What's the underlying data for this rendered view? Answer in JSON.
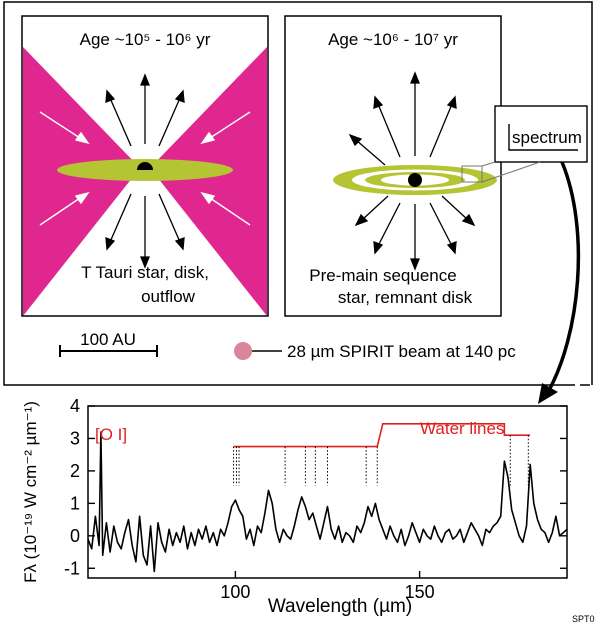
{
  "left_panel": {
    "age_label": "Age ~10⁵ - 10⁶ yr",
    "caption_line1": "T Tauri star, disk,",
    "caption_line2": "outflow"
  },
  "right_panel": {
    "age_label": "Age ~10⁶ - 10⁷ yr",
    "caption_line1": "Pre-main sequence",
    "caption_line2": "star, remnant disk",
    "spectrum_label": "spectrum"
  },
  "scale_bar": {
    "label": "100 AU"
  },
  "beam": {
    "label": "28 µm SPIRIT beam at 140 pc"
  },
  "colors": {
    "outflow_magenta": "#e0268f",
    "disk_green": "#b5c433",
    "beam_pink": "#d9869d",
    "annotation_red": "#e02020"
  },
  "chart_data": {
    "type": "line",
    "xlabel": "Wavelength (µm)",
    "ylabel": "Fλ (10⁻¹⁹ W cm⁻² µm⁻¹)",
    "xlim": [
      60,
      190
    ],
    "ylim": [
      -1.3,
      4
    ],
    "xticks": [
      100,
      150
    ],
    "yticks": [
      -1,
      0,
      1,
      2,
      3,
      4
    ],
    "annotations": {
      "oi": "[O I]",
      "water": "Water lines",
      "figure_id": "SPT0"
    },
    "water_line_positions": [
      99.5,
      100.3,
      101.0,
      113.5,
      119.0,
      121.7,
      125.0,
      135.5,
      138.5,
      174.6,
      179.5
    ],
    "spectrum": {
      "x": [
        60,
        61,
        62,
        63,
        63.5,
        64,
        65,
        66,
        67,
        68,
        69,
        70,
        71,
        72,
        73,
        74,
        75,
        76,
        77,
        78,
        79,
        80,
        81,
        82,
        83,
        84,
        85,
        86,
        87,
        88,
        89,
        90,
        91,
        92,
        93,
        94,
        95,
        96,
        97,
        98,
        99,
        100,
        101,
        102,
        103,
        104,
        105,
        106,
        107,
        108,
        109,
        110,
        111,
        112,
        113,
        114,
        115,
        116,
        117,
        118,
        119,
        120,
        121,
        122,
        123,
        124,
        125,
        126,
        127,
        128,
        129,
        130,
        131,
        132,
        133,
        134,
        135,
        136,
        137,
        138,
        139,
        140,
        141,
        142,
        143,
        144,
        145,
        146,
        147,
        148,
        149,
        150,
        151,
        152,
        153,
        154,
        155,
        156,
        157,
        158,
        159,
        160,
        161,
        162,
        163,
        164,
        165,
        166,
        167,
        168,
        169,
        170,
        171,
        172,
        173,
        174,
        175,
        176,
        177,
        178,
        179,
        180,
        181,
        182,
        183,
        184,
        185,
        186,
        187,
        188,
        189,
        190
      ],
      "y": [
        -0.1,
        -0.4,
        0.6,
        -0.3,
        3.2,
        -0.6,
        0.4,
        -0.5,
        0.3,
        -0.2,
        -0.4,
        0.1,
        0.5,
        -0.3,
        -0.8,
        0.6,
        -0.6,
        -0.9,
        0.3,
        -1.1,
        0.4,
        -0.2,
        -0.5,
        0.2,
        -0.3,
        0.1,
        -0.2,
        0.3,
        -0.4,
        0.1,
        -0.3,
        0.2,
        -0.1,
        0.3,
        -0.2,
        0.1,
        -0.3,
        0.2,
        0.0,
        0.4,
        0.9,
        1.1,
        0.8,
        0.6,
        -0.1,
        0.2,
        -0.3,
        0.3,
        0.1,
        0.7,
        1.4,
        1.0,
        0.2,
        -0.2,
        0.2,
        0.0,
        -0.1,
        0.3,
        0.8,
        1.2,
        0.9,
        0.5,
        0.7,
        0.3,
        -0.1,
        0.4,
        0.9,
        0.2,
        -0.1,
        0.3,
        -0.2,
        0.1,
        0.0,
        -0.2,
        0.3,
        0.1,
        0.4,
        0.9,
        0.6,
        1.0,
        0.5,
        0.2,
        -0.1,
        0.3,
        0.0,
        -0.2,
        0.2,
        -0.3,
        0.0,
        0.4,
        0.1,
        -0.2,
        0.2,
        0.0,
        -0.1,
        0.3,
        0.0,
        -0.2,
        0.1,
        0.2,
        -0.1,
        0.0,
        0.2,
        -0.2,
        0.1,
        0.4,
        0.2,
        0.0,
        -0.3,
        0.2,
        0.1,
        0.3,
        0.4,
        0.6,
        2.3,
        1.8,
        0.8,
        0.4,
        0.0,
        -0.2,
        0.3,
        2.2,
        1.0,
        0.5,
        0.2,
        0.1,
        -0.2,
        0.1,
        0.6,
        0.0,
        0.1,
        0.2
      ]
    }
  }
}
